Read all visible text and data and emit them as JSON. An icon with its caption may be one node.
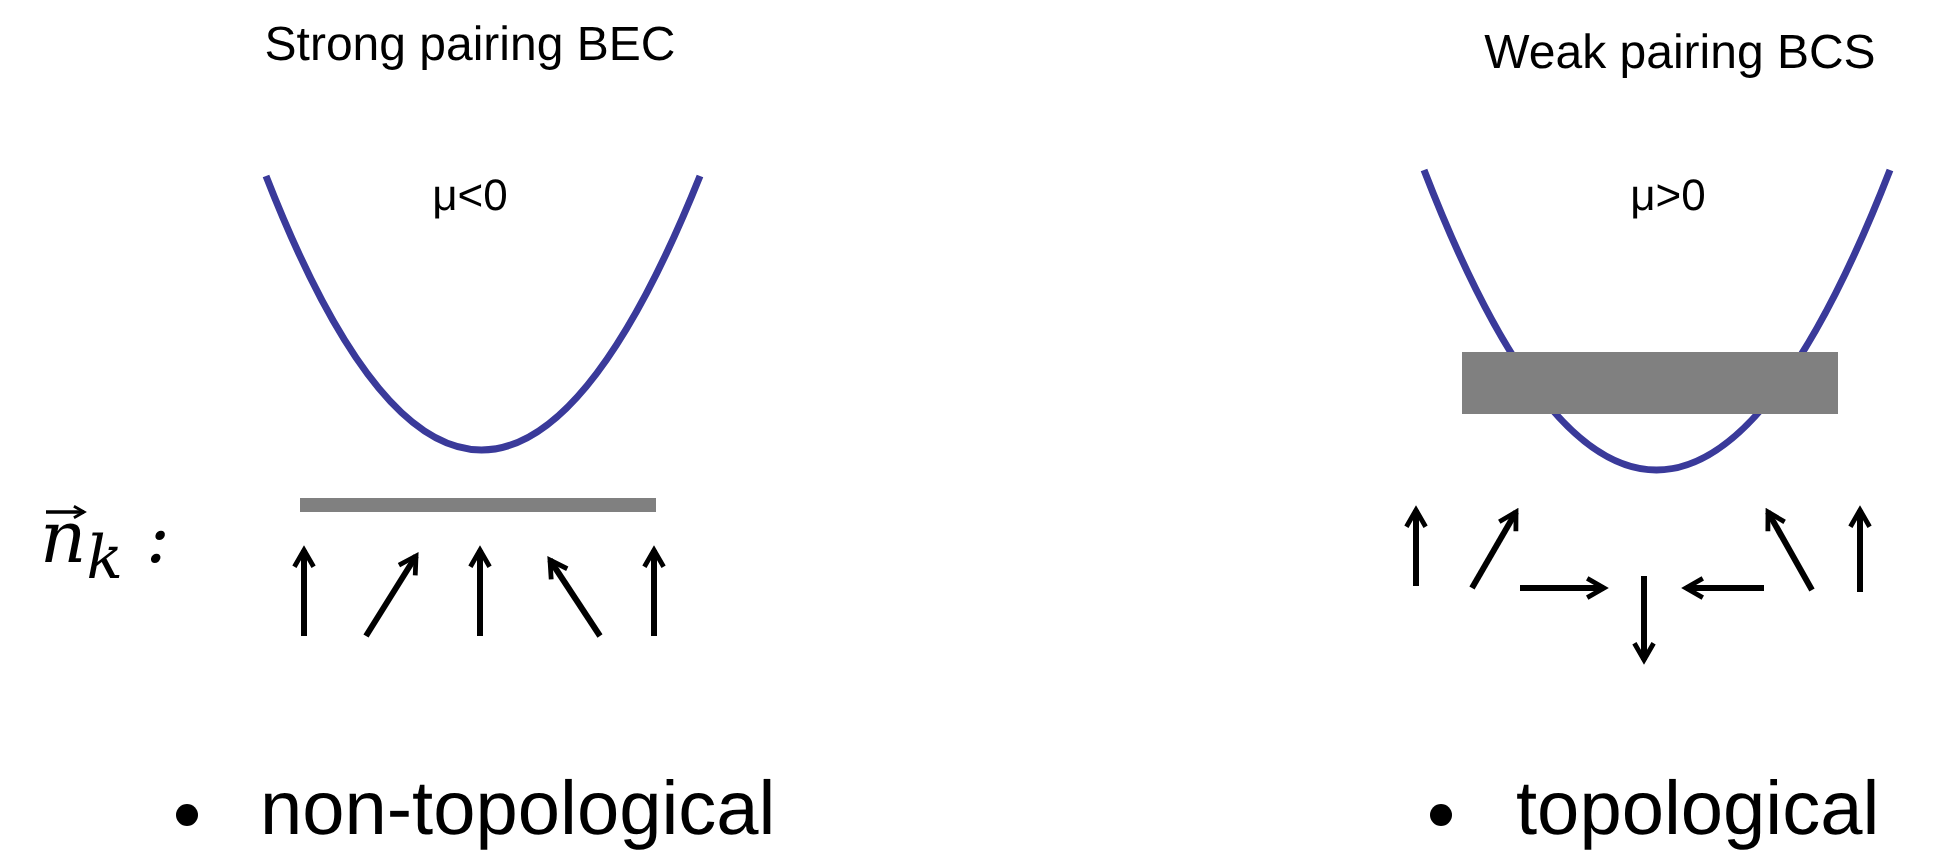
{
  "diagram": {
    "labels": [
      "Strong pairing BEC",
      "Weak pairing BCS",
      "μ<0",
      "μ>0",
      "n$_{k}$ :",
      "non-topological",
      "topological"
    ]
  }
}
